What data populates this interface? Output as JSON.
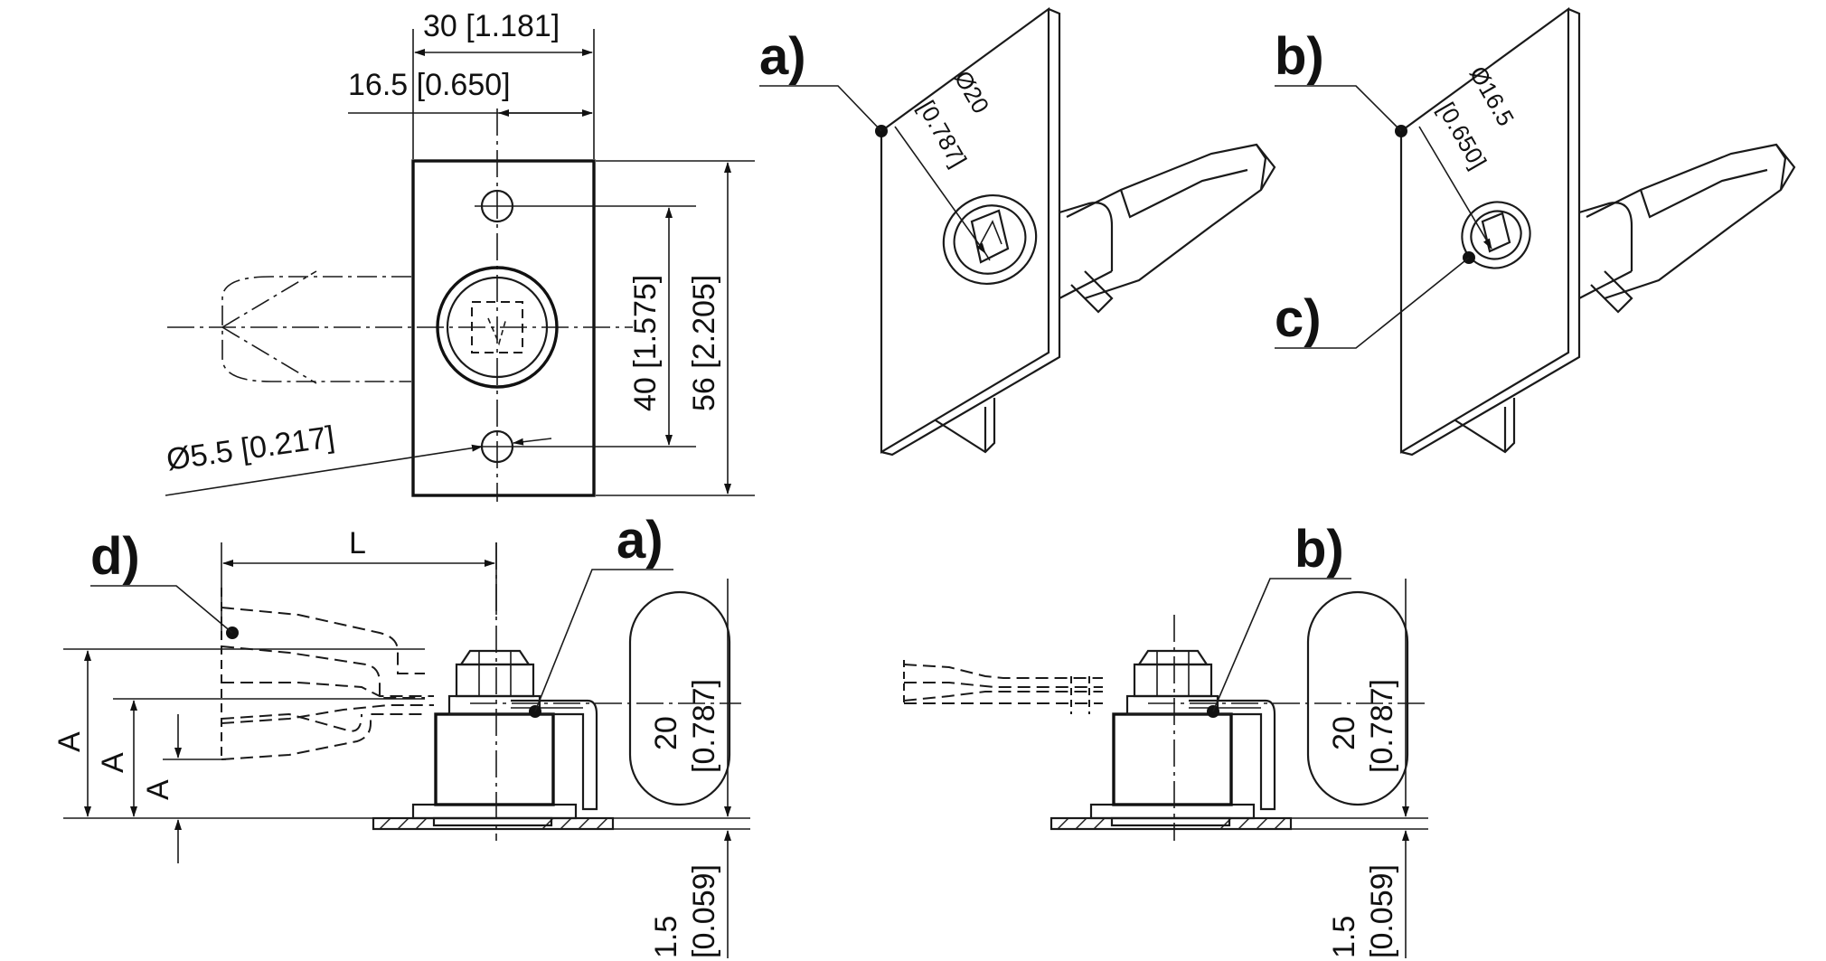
{
  "top_view": {
    "width_total": "30 [1.181]",
    "width_half": "16.5 [0.650]",
    "hole_spacing": "40 [1.575]",
    "height_total": "56 [2.205]",
    "hole_diameter": "Ø5.5 [0.217]"
  },
  "variant_a_iso": {
    "label": "a)",
    "diameter": "Ø20",
    "diameter_inch": "[0.787]"
  },
  "variant_b_iso": {
    "label": "b)",
    "diameter": "Ø16.5",
    "diameter_inch": "[0.650]",
    "callout_c": "c)"
  },
  "side_view_a": {
    "callout_d": "d)",
    "callout_a": "a)",
    "length_label": "L",
    "height_labels": [
      "A",
      "A",
      "A"
    ],
    "dim_20_mm": "20",
    "dim_20_in": "[0.787]",
    "dim_1_5_mm": "1.5",
    "dim_1_5_in": "[0.059]"
  },
  "side_view_b": {
    "callout_b": "b)",
    "dim_20_mm": "20",
    "dim_20_in": "[0.787]",
    "dim_1_5_mm": "1.5",
    "dim_1_5_in": "[0.059]"
  }
}
